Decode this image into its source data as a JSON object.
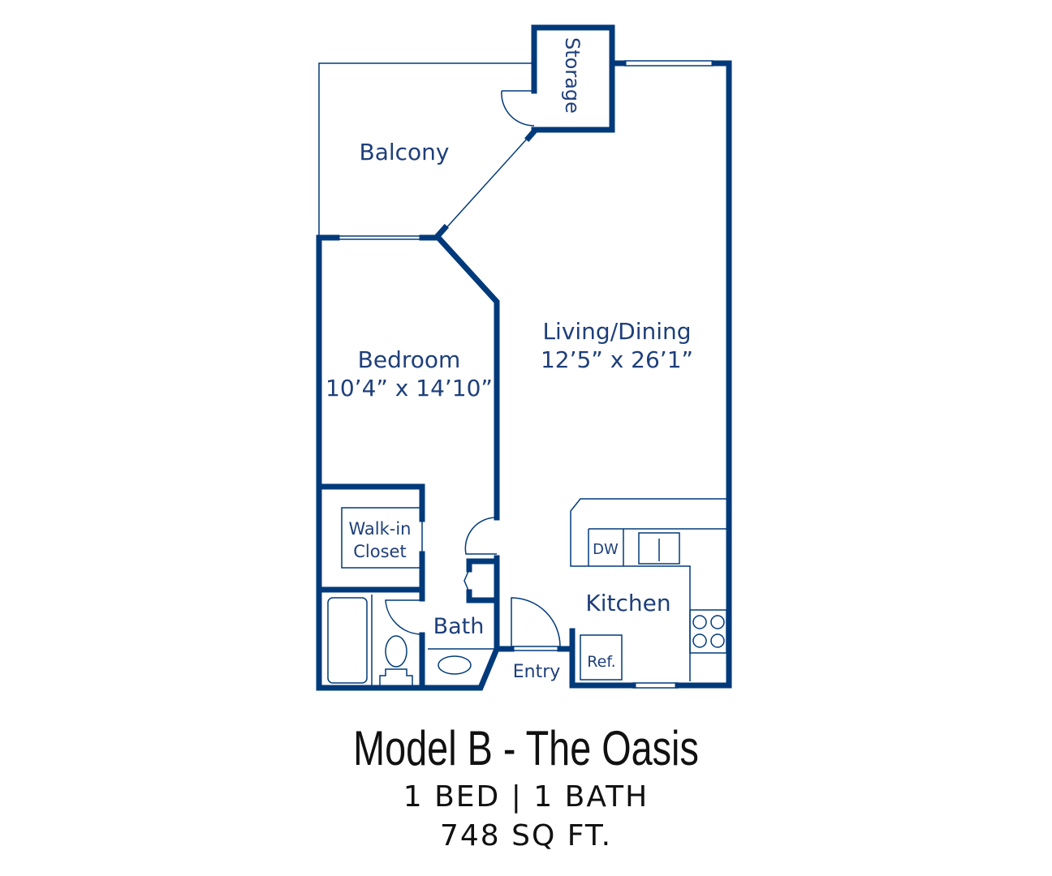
{
  "colors": {
    "wall": "#003a7a",
    "text": "#1e3f7a"
  },
  "rooms": {
    "storage": "Storage",
    "balcony": "Balcony",
    "living_name": "Living/Dining",
    "living_dims": "12’5” x 26’1”",
    "bedroom_name": "Bedroom",
    "bedroom_dims": "10’4” x 14’10”",
    "closet_line1": "Walk-in",
    "closet_line2": "Closet",
    "bath": "Bath",
    "kitchen": "Kitchen",
    "dw": "DW",
    "ref": "Ref.",
    "entry": "Entry"
  },
  "caption": {
    "model": "Model B - The Oasis",
    "beds_baths": "1 BED | 1 BATH",
    "area": "748 SQ FT."
  }
}
